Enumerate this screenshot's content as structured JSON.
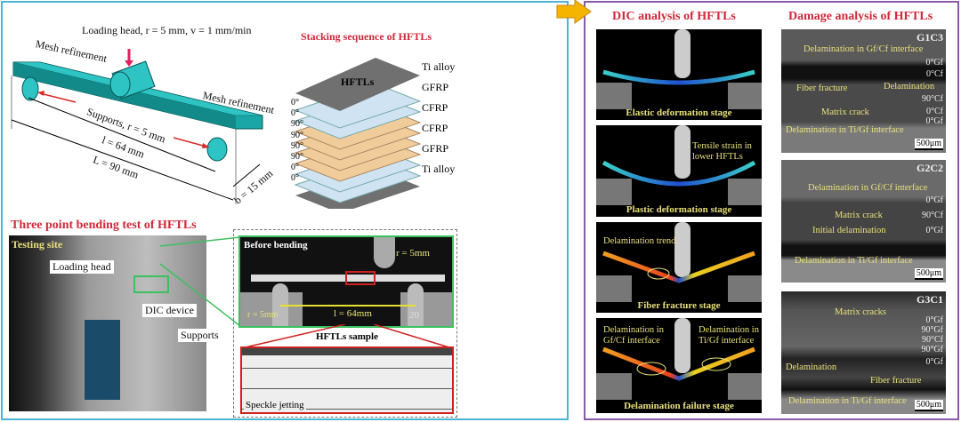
{
  "fe_model": {
    "loading_head": "Loading head, r = 5 mm, v = 1 mm/min",
    "mesh_left": "Mesh refinement",
    "mesh_right": "Mesh refinement",
    "supports": "Supports, r = 5 mm",
    "span": "l = 64 mm",
    "length": "L = 90 mm",
    "width": "b = 15 mm"
  },
  "stacking": {
    "title": "Stacking sequence of HFTLs",
    "top_label": "HFTLs",
    "materials": [
      "Ti alloy",
      "GFRP",
      "CFRP",
      "CFRP",
      "GFRP",
      "Ti alloy"
    ],
    "angles": [
      "0°",
      "0°",
      "90°",
      "90°",
      "90°",
      "90°",
      "0°",
      "0°"
    ]
  },
  "bending_test": {
    "title": "Three point bending test of HFTLs",
    "site_label": "Testing site",
    "loading_head": "Loading head",
    "dic_device": "DIC device",
    "supports": "Supports",
    "before_bending": "Before bending",
    "r_top": "r = 5mm",
    "r_bottom": "r = 5mm",
    "span": "l = 64mm",
    "support_mark": "20",
    "sample_title": "HFTLs sample",
    "speckle": "Speckle jetting"
  },
  "dic": {
    "title": "DIC analysis of HFTLs",
    "stages": [
      {
        "caption": "Elastic deformation stage"
      },
      {
        "caption": "Plastic deformation stage",
        "note": "Tensile strain in lower HFTLs"
      },
      {
        "caption": "Fiber fracture stage",
        "note": "Delamination trend"
      },
      {
        "caption": "Delamination failure stage",
        "note_left": "Delamination in Gf/Cf interface",
        "note_right": "Delamination in Ti/Gf interface"
      }
    ]
  },
  "damage": {
    "title": "Damage analysis of HFTLs",
    "scale": "500μm",
    "panels": [
      {
        "id": "G1C3",
        "labels": [
          "Delamination in Gf/Cf interface",
          "Fiber fracture",
          "Delamination",
          "Matrix crack",
          "Delamination in Ti/Gf interface"
        ],
        "layers": [
          "0°Gf",
          "0°Cf",
          "90°Cf",
          "0°Cf",
          "0°Gf"
        ]
      },
      {
        "id": "G2C2",
        "labels": [
          "Delamination in Gf/Cf interface",
          "Matrix crack",
          "Initial delamination",
          "Delamination in Ti/Gf interface"
        ],
        "layers": [
          "0°Gf",
          "90°Cf",
          "0°Gf"
        ]
      },
      {
        "id": "G3C1",
        "labels": [
          "Matrix cracks",
          "Delamination",
          "Fiber fracture",
          "Delamination in Ti/Gf interface"
        ],
        "layers": [
          "0°Gf",
          "90°Gf",
          "90°Cf",
          "90°Gf",
          "0°Gf"
        ]
      }
    ]
  }
}
